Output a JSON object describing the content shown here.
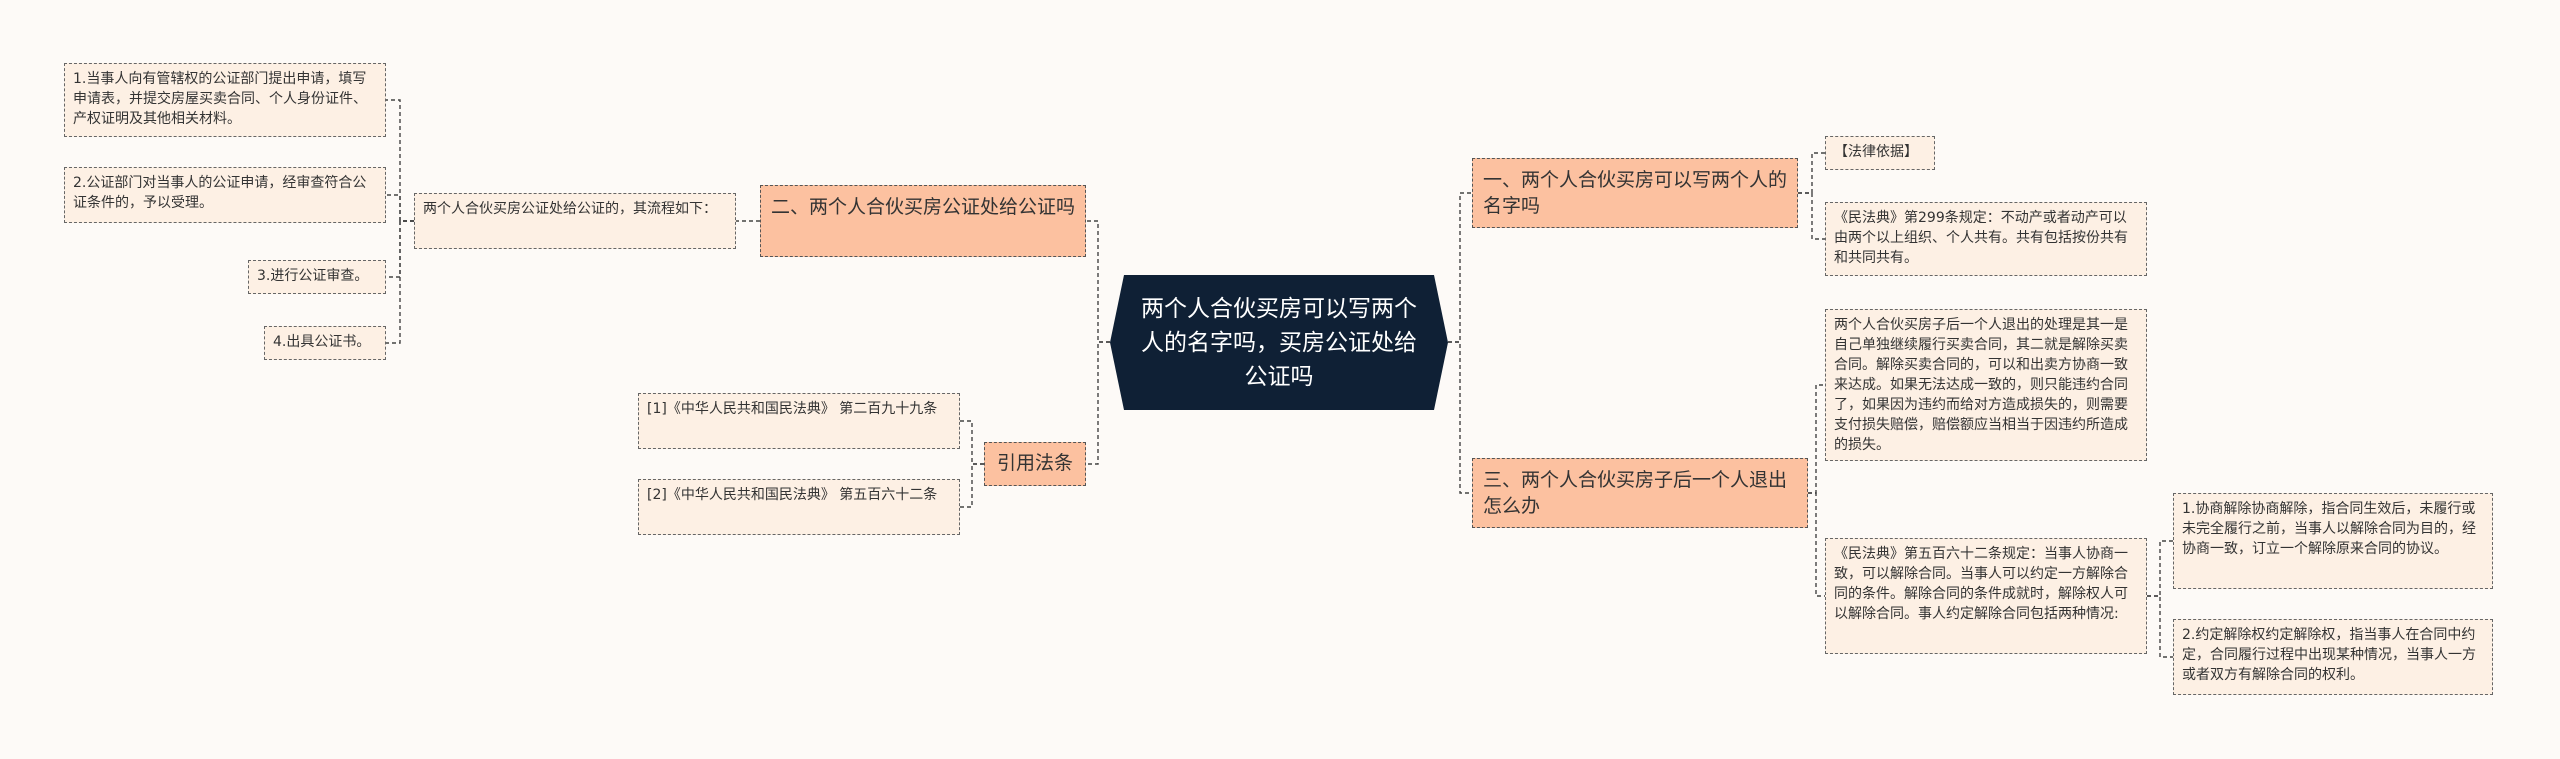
{
  "center": {
    "title": "两个人合伙买房可以写两个人的名字吗，买房公证处给公证吗"
  },
  "right_branches": [
    {
      "label": "一、两个人合伙买房可以写两个人的名字吗",
      "children": [
        "【法律依据】",
        "《民法典》第299条规定：不动产或者动产可以由两个以上组织、个人共有。共有包括按份共有和共同共有。"
      ]
    },
    {
      "label": "三、两个人合伙买房子后一个人退出怎么办",
      "children": [
        "两个人合伙买房子后一个人退出的处理是其一是自己单独继续履行买卖合同，其二就是解除买卖合同。解除买卖合同的，可以和出卖方协商一致来达成。如果无法达成一致的，则只能违约合同了，如果因为违约而给对方造成损失的，则需要支付损失赔偿，赔偿额应当相当于因违约所造成的损失。",
        "《民法典》第五百六十二条规定：当事人协商一致，可以解除合同。当事人可以约定一方解除合同的条件。解除合同的条件成就时，解除权人可以解除合同。事人约定解除合同包括两种情况:"
      ],
      "sub_children": [
        "1.协商解除协商解除，指合同生效后，未履行或未完全履行之前，当事人以解除合同为目的，经协商一致，订立一个解除原来合同的协议。",
        "2.约定解除权约定解除权，指当事人在合同中约定，合同履行过程中出现某种情况，当事人一方或者双方有解除合同的权利。"
      ]
    }
  ],
  "left_branches": [
    {
      "label": "二、两个人合伙买房公证处给公证吗",
      "intermediate": "两个人合伙买房公证处给公证的，其流程如下：",
      "children": [
        "1.当事人向有管辖权的公证部门提出申请，填写申请表，并提交房屋买卖合同、个人身份证件、产权证明及其他相关材料。",
        "2.公证部门对当事人的公证申请，经审查符合公证条件的，予以受理。",
        "3.进行公证审查。",
        "4.出具公证书。"
      ]
    },
    {
      "label": "引用法条",
      "children": [
        "[1]《中华人民共和国民法典》 第二百九十九条",
        "[2]《中华人民共和国民法典》 第五百六十二条"
      ]
    }
  ],
  "colors": {
    "background": "#fdfaf7",
    "center_fill": "#0f2035",
    "branch_fill": "#fcc1a0",
    "leaf_fill": "#fdf0e4",
    "edge": "#444444"
  }
}
